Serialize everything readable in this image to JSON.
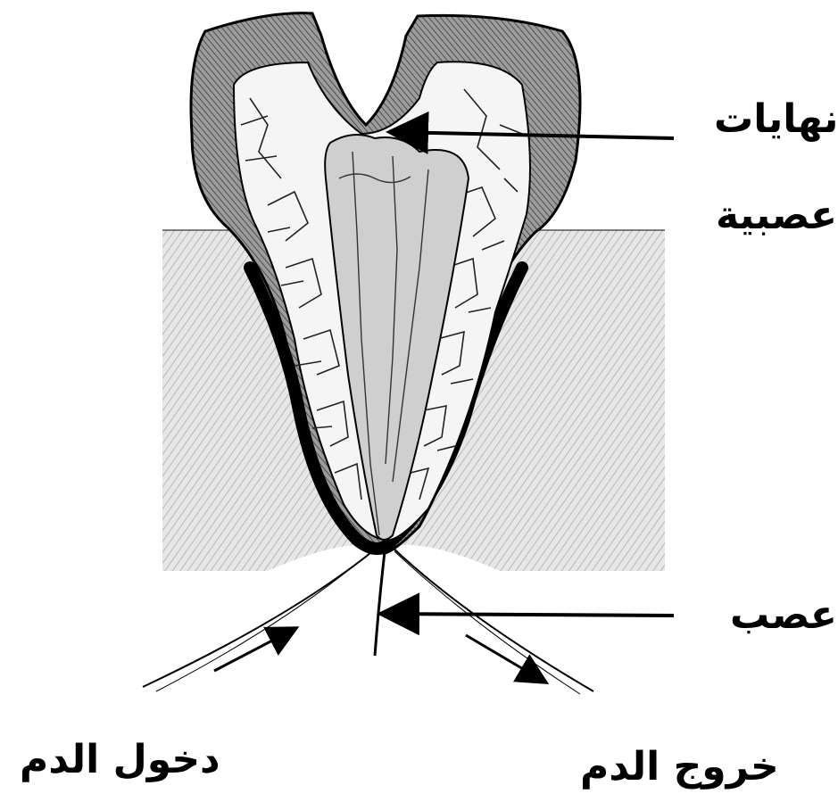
{
  "labels": {
    "nerve_endings_line1": "نهايات",
    "nerve_endings_line2": "عصبية",
    "nerve": "عصب",
    "blood_in": "دخول الدم",
    "blood_out": "خروج الدم"
  },
  "colors": {
    "ink": "#000000",
    "gum_fill": "#dcdcdc",
    "enamel_fill": "#8a8a8a",
    "dentin_fill": "#f4f4f4",
    "pulp_fill": "#c8c8c8",
    "paper": "#ffffff"
  }
}
